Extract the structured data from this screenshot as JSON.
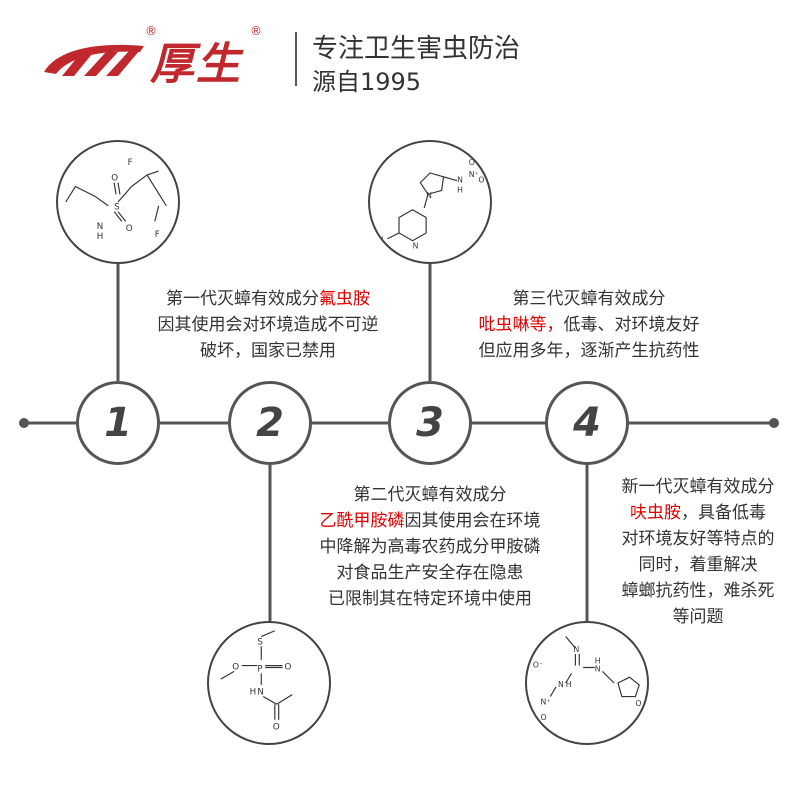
{
  "header": {
    "brand": "厚生",
    "registered": "®",
    "tagline_line1": "专注卫生害虫防治",
    "tagline_line2": "源自1995"
  },
  "steps": [
    {
      "number": "1"
    },
    {
      "number": "2"
    },
    {
      "number": "3"
    },
    {
      "number": "4"
    }
  ],
  "gen1": {
    "line1_prefix": "第一代灭蟑有效成分",
    "line1_highlight": "氟虫胺",
    "line2": "因其使用会对环境造成不可逆",
    "line3": "破坏，国家已禁用"
  },
  "gen2": {
    "line1": "第二代灭蟑有效成分",
    "line2_highlight": "乙酰甲胺磷",
    "line2_rest": "因其使用会在环境",
    "line3": "中降解为高毒农药成分甲胺磷",
    "line4": "对食品生产安全存在隐患",
    "line5": "已限制其在特定环境中使用"
  },
  "gen3": {
    "line1": "第三代灭蟑有效成分",
    "line2_highlight": "吡虫啉等，",
    "line2_rest": "低毒、对环境友好",
    "line3": "但应用多年，逐渐产生抗药性"
  },
  "gen4": {
    "line1": "新一代灭蟑有效成分",
    "line2_highlight": "呋虫胺",
    "line2_rest": "，具备低毒",
    "line3": "对环境友好等特点的",
    "line4": "同时，着重解决",
    "line5": "蟑螂抗药性，难杀死",
    "line6": "等问题"
  },
  "molecules": {
    "m1": {
      "atoms": [
        "F",
        "F",
        "S",
        "O",
        "O",
        "N",
        "H"
      ]
    },
    "m2": {
      "atoms": [
        "S",
        "O",
        "P",
        "O",
        "N",
        "H",
        "O"
      ]
    },
    "m3": {
      "atoms": [
        "N",
        "N",
        "H",
        "N⁺",
        "O⁻",
        "O",
        "N",
        "Cl"
      ]
    },
    "m4": {
      "atoms": [
        "N",
        "N",
        "H",
        "N",
        "H",
        "O⁻",
        "N⁺",
        "O",
        "O"
      ]
    }
  },
  "colors": {
    "brand_red": "#c0282d",
    "highlight_red": "#e00000",
    "line_gray": "#555555"
  }
}
